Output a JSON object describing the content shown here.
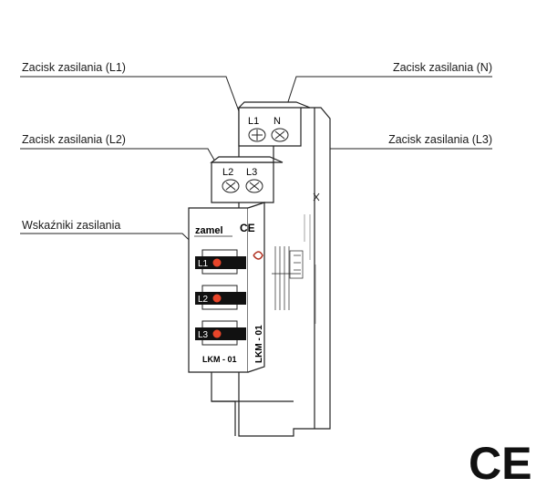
{
  "callouts": {
    "power_terminal_l1": "Zacisk zasilania (L1)",
    "power_terminal_n": "Zacisk zasilania (N)",
    "power_terminal_l2": "Zacisk zasilania (L2)",
    "power_terminal_l3": "Zacisk zasilania (L3)",
    "power_indicators": "Wskaźniki zasilania"
  },
  "device": {
    "brand": "zamel",
    "model_front": "LKM - 01",
    "model_side": "LKM - 01",
    "terminal_labels_top": [
      "L1",
      "N"
    ],
    "terminal_labels_bottom": [
      "L2",
      "L3"
    ],
    "indicators": [
      {
        "label": "L1",
        "color": "#e8452a"
      },
      {
        "label": "L2",
        "color": "#e8452a"
      },
      {
        "label": "L3",
        "color": "#e8452a"
      }
    ],
    "body_color": "#ffffff",
    "outline_color": "#222222"
  },
  "marks": {
    "ce_front": "CE",
    "ce_large": "CE"
  }
}
